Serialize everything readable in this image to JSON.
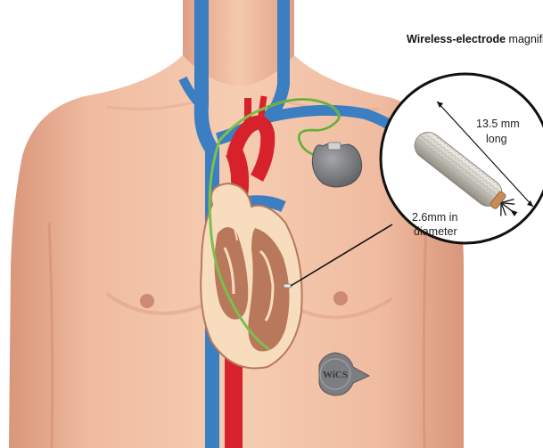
{
  "inset": {
    "title_bold": "Wireless-electrode",
    "title_rest": " magnified",
    "length_value": "13.5 mm",
    "length_unit": "long",
    "diameter_value": "2.6mm in",
    "diameter_unit": "diameter"
  },
  "devices": {
    "transmitter_label": "WiCS"
  },
  "colors": {
    "skin": "#f2c3a5",
    "skin_shadow": "#dfa183",
    "vein": "#3b7ec2",
    "artery": "#d7212b",
    "lead": "#7cbf4a",
    "heart_tissue": "#b9785c",
    "heart_fill": "#f7ddbd",
    "device": "#7b7d80"
  }
}
